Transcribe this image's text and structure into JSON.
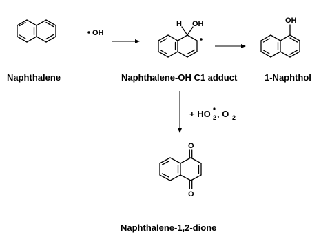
{
  "molecules": {
    "naphthalene": {
      "name": "Naphthalene"
    },
    "adduct": {
      "name": "Naphthalene-OH C1 adduct",
      "atom_h": "H",
      "atom_oh": "OH"
    },
    "naphthol": {
      "name": "1-Naphthol",
      "atom_oh": "OH"
    },
    "dione": {
      "name": "Naphthalene-1,2-dione",
      "atom_o_top": "O",
      "atom_o_bottom": "O"
    }
  },
  "reagents": {
    "oh_radical": "OH",
    "vertical": {
      "plus_ho": "+ HO",
      "sub_2": "2",
      "comma_o": ", O",
      "sub_o2": "2"
    }
  }
}
